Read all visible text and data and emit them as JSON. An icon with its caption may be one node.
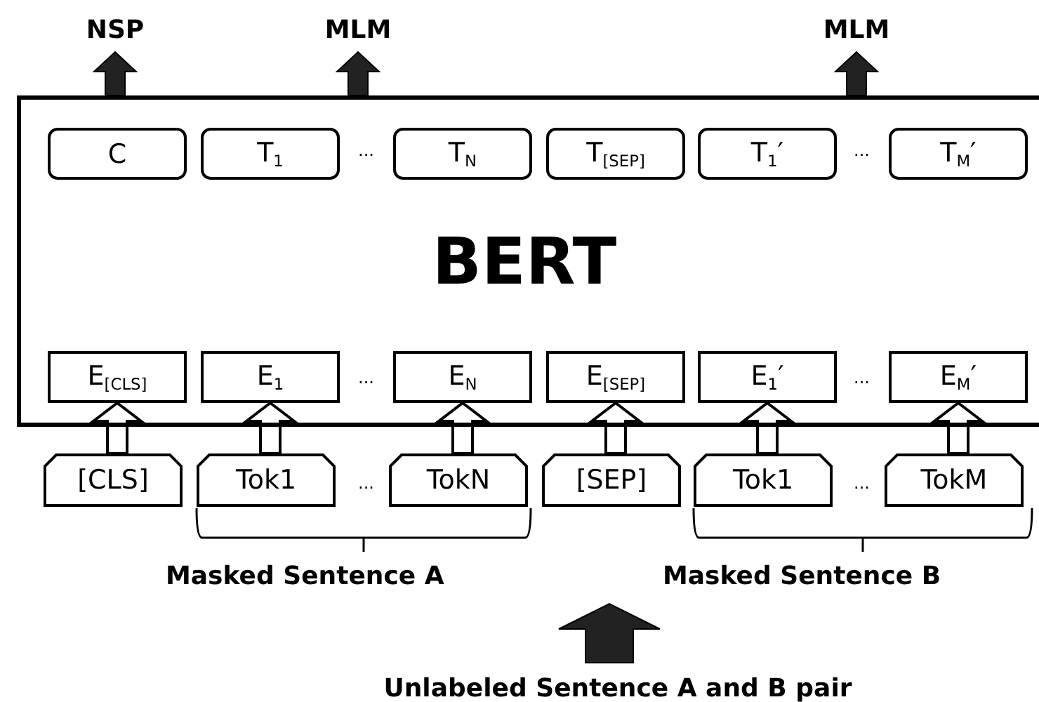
{
  "diagram": {
    "nodes": [
      {
        "text": [
          "BERT"
        ]
      },
      {
        "text": [
          "C"
        ],
        "in": 0
      },
      {
        "text": [
          "T$_{1}$"
        ],
        "in": 0
      },
      {
        "text": [
          "T$_{N}$"
        ],
        "in": 0
      },
      {
        "text": [
          "T$_{[SEP]}$"
        ],
        "in": 0
      },
      {
        "text": [
          "T$_{1}$′"
        ],
        "in": 0
      },
      {
        "text": [
          "T$_{M}$′"
        ],
        "in": 0
      },
      {
        "text": [
          "E$_{[CLS]}$"
        ],
        "in": 0
      },
      {
        "text": [
          "E$_{1}$"
        ],
        "in": 0
      },
      {
        "text": [
          "E$_{N}$"
        ],
        "in": 0
      },
      {
        "text": [
          "E$_{[SEP]}$"
        ],
        "in": 0
      },
      {
        "text": [
          "E$_{1}$′"
        ],
        "in": 0
      },
      {
        "text": [
          "E$_{M}$′"
        ],
        "in": 0
      },
      {
        "text": [
          "[CLS]"
        ]
      },
      {
        "text": [
          "Tok1"
        ]
      },
      {
        "text": [
          "TokN"
        ]
      },
      {
        "text": [
          "[SEP]"
        ]
      },
      {
        "text": [
          "Tok1"
        ]
      },
      {
        "text": [
          "TokM"
        ]
      },
      {
        "text": [
          "NSP"
        ]
      },
      {
        "text": [
          "MLM"
        ]
      },
      {
        "text": [
          "MLM"
        ]
      },
      {
        "text": [
          "Unlabeled Sentence A and B pair"
        ]
      }
    ],
    "edges": [
      {
        "from": 0,
        "to": 19,
        "arrow": "to"
      },
      {
        "from": 0,
        "to": 20,
        "arrow": "to"
      },
      {
        "from": 0,
        "to": 21,
        "arrow": "to"
      },
      {
        "from": 13,
        "to": 7,
        "arrow": "to"
      },
      {
        "from": 14,
        "to": 8,
        "arrow": "to"
      },
      {
        "from": 15,
        "to": 9,
        "arrow": "to"
      },
      {
        "from": 16,
        "to": 10,
        "arrow": "to"
      },
      {
        "from": 17,
        "to": 11,
        "arrow": "to"
      },
      {
        "from": 18,
        "to": 12,
        "arrow": "to"
      },
      {
        "from": 22,
        "to": null,
        "arrow": "to"
      }
    ],
    "labels": [
      "...",
      "...",
      "...",
      "...",
      "...",
      "...",
      "Masked Sentence A",
      "Masked Sentence B"
    ]
  }
}
